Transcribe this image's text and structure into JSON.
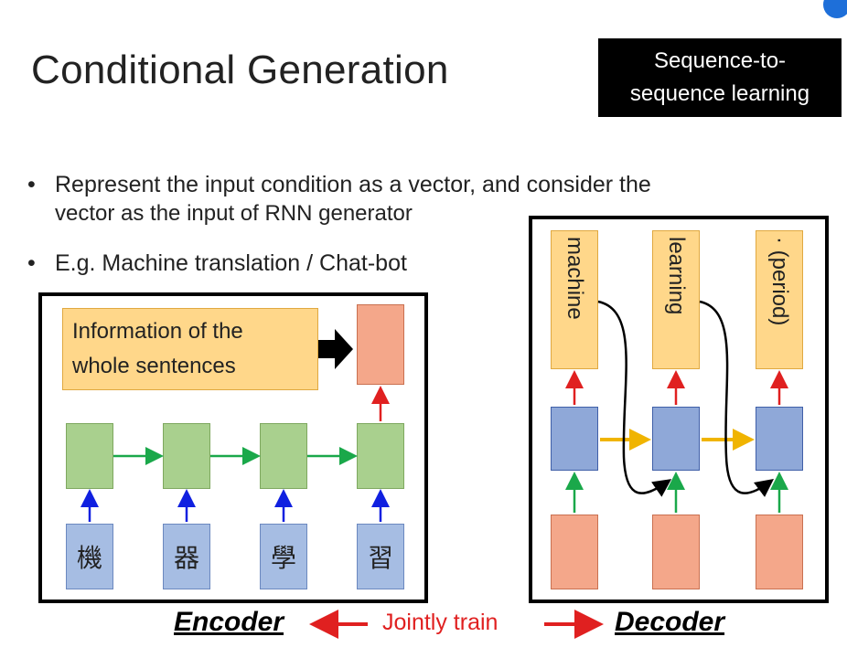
{
  "title": "Conditional Generation",
  "tag": {
    "line1": "Sequence-to-",
    "line2": "sequence learning"
  },
  "bullets": [
    {
      "line1": "Represent the input condition as a vector, and consider the",
      "line2": "vector as the input of RNN generator"
    },
    {
      "line1": "E.g. Machine translation / Chat-bot"
    }
  ],
  "encoder": {
    "info_line1": "Information of the",
    "info_line2": "whole sentences",
    "input_chars": [
      "機",
      "器",
      "學",
      "習"
    ],
    "label": "Encoder"
  },
  "decoder": {
    "outputs": [
      "machine",
      "learning",
      "· (period)"
    ],
    "label": "Decoder"
  },
  "jointly": "Jointly train",
  "colors": {
    "accent_corner": "#1e6fd9",
    "green_arrow": "#1aa84a",
    "blue_arrow": "#1020e0",
    "red_arrow": "#e02020",
    "yellow_arrow": "#f0b400"
  }
}
